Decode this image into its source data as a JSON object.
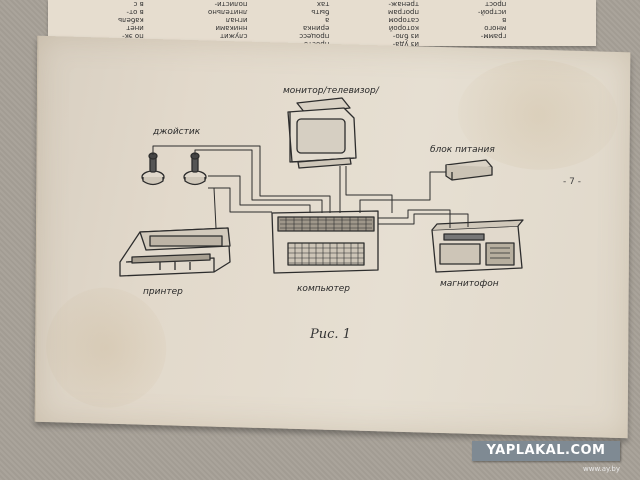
{
  "top_page": {
    "columns": [
      "по эк-\nинет\nкабель\nв от-\nв с",
      "с мик-\nлисной\nслужит\nнниками\nигнал\nлнительно\nполисти-",
      "и на ней\nкной\nтаке\nпросто\nпроцесс\nеринка\nа\nбыть\nтах",
      "из уда-\nиз бло-\nкоторой\nсатором\nпрограм\nтренаж-",
      "грамм-\nмного\nв\nистрой-\nпрост"
    ]
  },
  "diagram": {
    "labels": {
      "monitor": "монитор/телевизор/",
      "joystick": "джойстик",
      "power_unit": "блок питания",
      "printer": "принтер",
      "computer": "компьютер",
      "tape_recorder": "магнитофон"
    },
    "figure_caption": "Рис. 1",
    "page_number": "- 7 -"
  },
  "watermark": {
    "brand": "YAPLAKAL.COM",
    "site": "www.ay.by"
  }
}
